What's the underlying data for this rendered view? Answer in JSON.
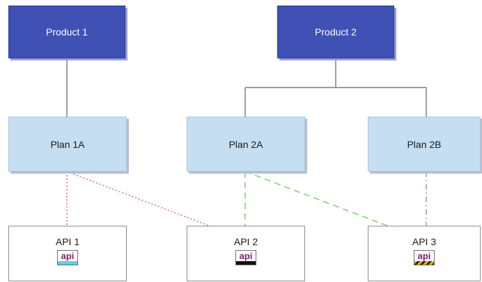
{
  "products": [
    {
      "id": "product-1",
      "label": "Product 1"
    },
    {
      "id": "product-2",
      "label": "Product 2"
    }
  ],
  "plans": [
    {
      "id": "plan-1a",
      "label": "Plan 1A"
    },
    {
      "id": "plan-2a",
      "label": "Plan 2A"
    },
    {
      "id": "plan-2b",
      "label": "Plan 2B"
    }
  ],
  "apis": [
    {
      "id": "api-1",
      "label": "API 1",
      "icon_text": "api",
      "icon_name": "api-icon",
      "bar_style": "cyan"
    },
    {
      "id": "api-2",
      "label": "API 2",
      "icon_text": "api",
      "icon_name": "api-icon",
      "bar_style": "black"
    },
    {
      "id": "api-3",
      "label": "API 3",
      "icon_text": "api",
      "icon_name": "api-icon",
      "bar_style": "striped"
    }
  ],
  "connectors": [
    {
      "from": "product-1",
      "to": "plan-1a",
      "style": "solid",
      "color": "#7f7f7f"
    },
    {
      "from": "product-2",
      "to": "plan-2a",
      "style": "solid",
      "color": "#7f7f7f"
    },
    {
      "from": "product-2",
      "to": "plan-2b",
      "style": "solid",
      "color": "#7f7f7f"
    },
    {
      "from": "plan-1a",
      "to": "api-1",
      "style": "dotted",
      "color": "#e8628c"
    },
    {
      "from": "plan-1a",
      "to": "api-2",
      "style": "dotted",
      "color": "#e8628c"
    },
    {
      "from": "plan-2a",
      "to": "api-2",
      "style": "dashed",
      "color": "#7ccf6f"
    },
    {
      "from": "plan-2a",
      "to": "api-3",
      "style": "dashed",
      "color": "#7ccf6f"
    },
    {
      "from": "plan-2b",
      "to": "api-3",
      "style": "dash-dot",
      "color": "#8f9ac9"
    }
  ],
  "colors": {
    "product_fill": "#3f51b5",
    "plan_fill": "#c5def2",
    "api_border": "#8c8c8c"
  }
}
